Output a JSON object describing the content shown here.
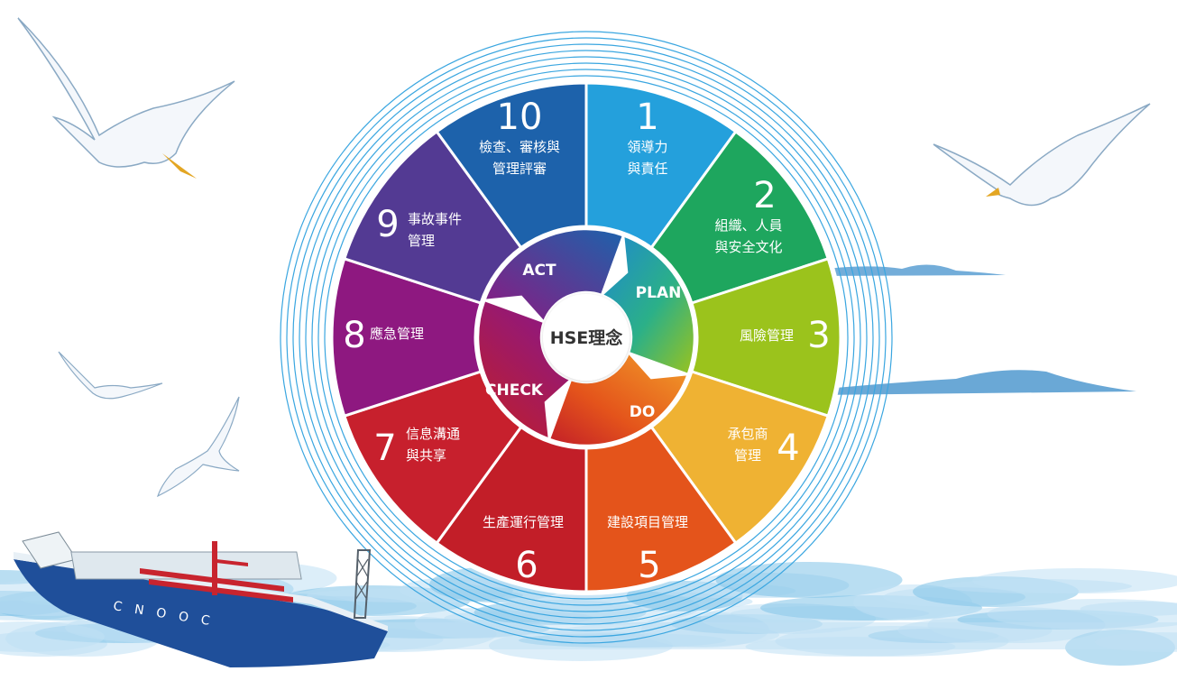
{
  "center": {
    "label": "HSE理念"
  },
  "phases": [
    {
      "id": "act",
      "label": "ACT"
    },
    {
      "id": "plan",
      "label": "PLAN"
    },
    {
      "id": "do",
      "label": "DO"
    },
    {
      "id": "check",
      "label": "CHECK"
    }
  ],
  "segments": [
    {
      "number": "1",
      "lines": [
        "領導力",
        "與責任"
      ],
      "color": "#24a0dc"
    },
    {
      "number": "2",
      "lines": [
        "組織、人員",
        "與安全文化"
      ],
      "color": "#1ea65e"
    },
    {
      "number": "3",
      "lines": [
        "風險管理"
      ],
      "color": "#9bc31c"
    },
    {
      "number": "4",
      "lines": [
        "承包商",
        "管理"
      ],
      "color": "#efb233"
    },
    {
      "number": "5",
      "lines": [
        "建設項目管理"
      ],
      "color": "#e4541b"
    },
    {
      "number": "6",
      "lines": [
        "生產運行管理"
      ],
      "color": "#c21e28"
    },
    {
      "number": "7",
      "lines": [
        "信息溝通",
        "與共享"
      ],
      "color": "#c7202d"
    },
    {
      "number": "8",
      "lines": [
        "應急管理"
      ],
      "color": "#8e1880"
    },
    {
      "number": "9",
      "lines": [
        "事故事件",
        "管理"
      ],
      "color": "#533a93"
    },
    {
      "number": "10",
      "lines": [
        "檢查、審核與",
        "管理評審"
      ],
      "color": "#1d62ab"
    }
  ],
  "ship": {
    "hull_text": "CNOOC"
  },
  "colors": {
    "ring_lines": "#3aa6e0",
    "sea": "#bfe0f4",
    "sea_dark": "#7fc2e8",
    "island": "#5a9fd2",
    "hull_blue": "#1f4f9a",
    "deck_red": "#c8242e"
  }
}
